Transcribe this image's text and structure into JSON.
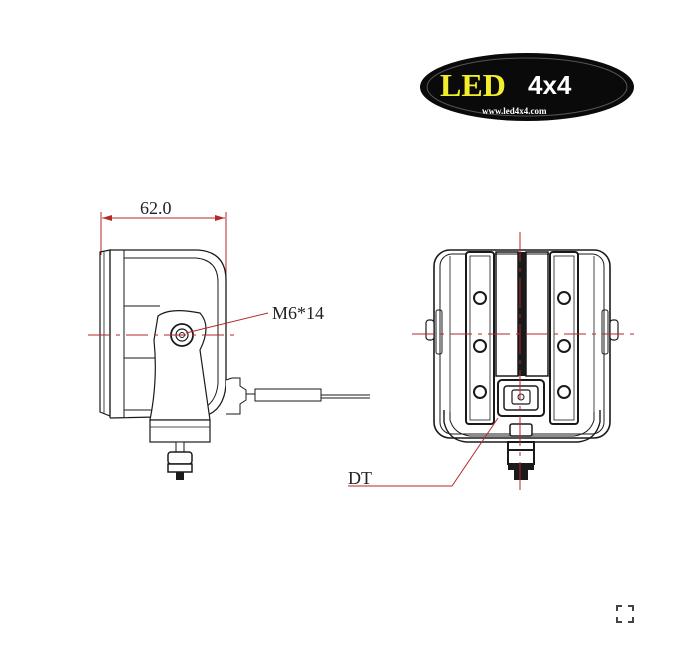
{
  "logo": {
    "brand_main": "LED",
    "brand_suffix": "4x4",
    "website": "www.led4x4.com",
    "colors": {
      "background": "#0a0a0a",
      "main": "#f2ee2c",
      "suffix": "#ffffff",
      "website": "#ffffff"
    }
  },
  "drawing": {
    "side_view": {
      "width_dimension": "62.0",
      "bolt_label": "M6*14"
    },
    "front_view": {
      "connector_label": "DT"
    },
    "colors": {
      "line": "#1a1a1a",
      "annotation": "#b22a2a"
    }
  },
  "controls": {
    "expand_icon": "fullscreen-expand"
  }
}
